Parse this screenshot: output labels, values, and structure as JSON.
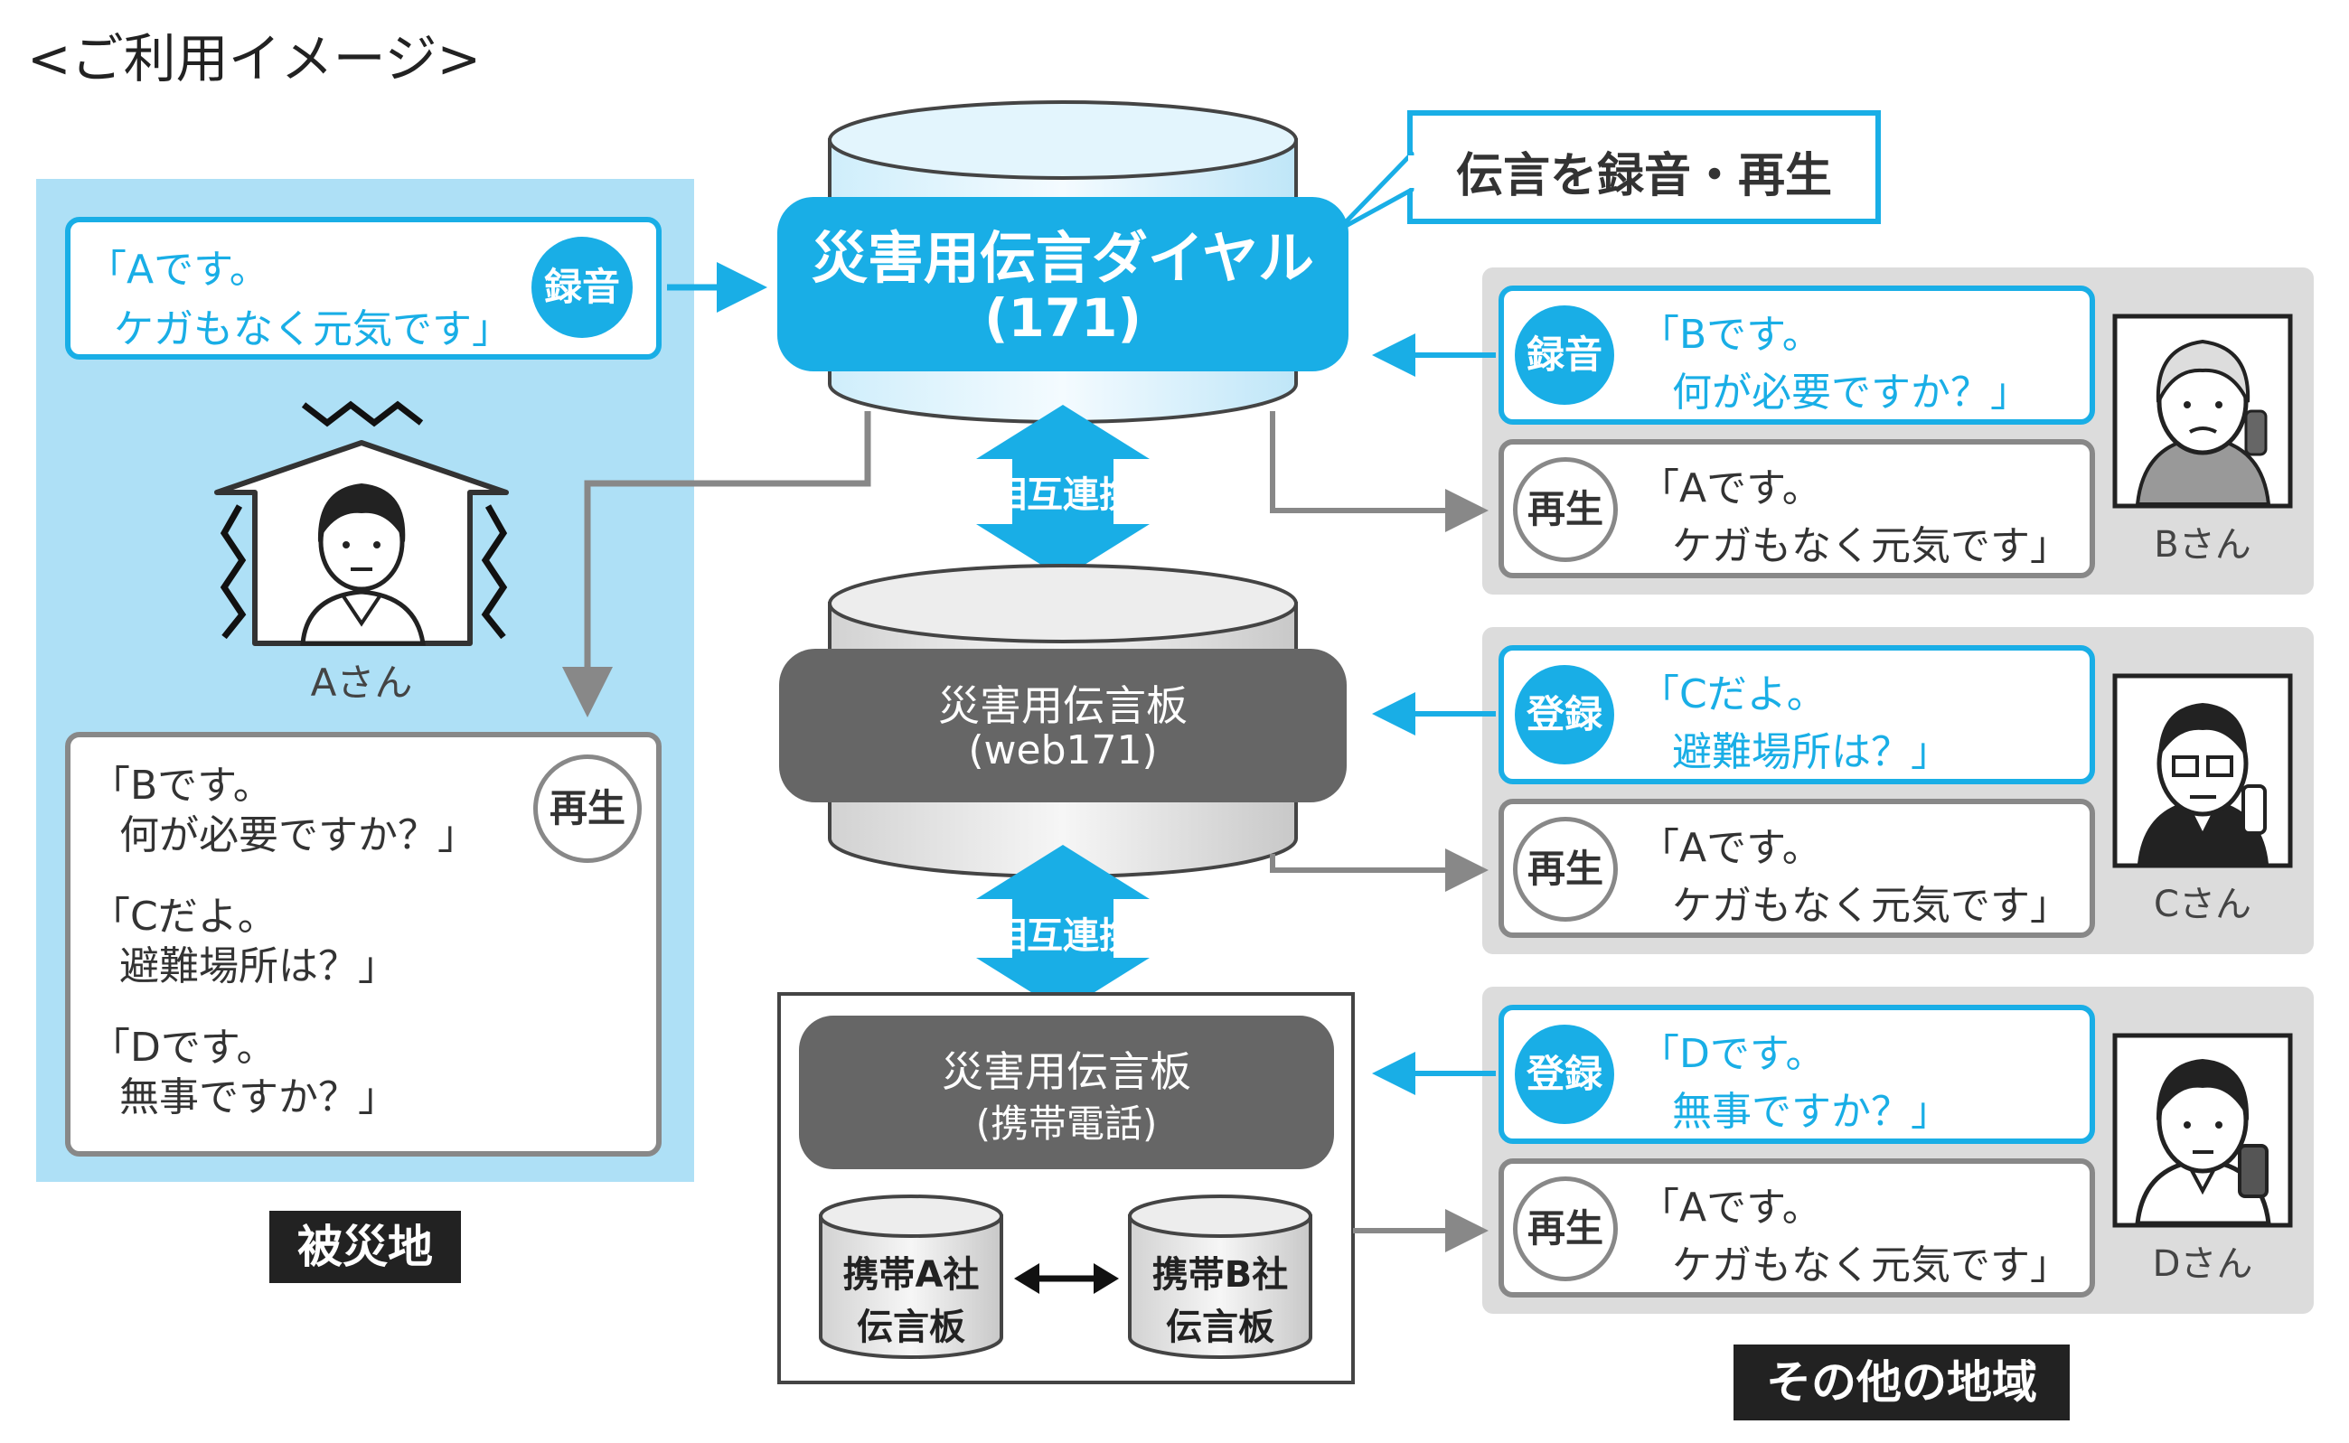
{
  "heading": "<ご利用イメージ>",
  "colors": {
    "accent": "#19aee6",
    "light_blue_panel": "#aee0f6",
    "gray_panel": "#dcdcdc",
    "dark_box": "#666666"
  },
  "center": {
    "dial": {
      "title": "災害用伝言ダイヤル",
      "number": "(171)"
    },
    "record_play_callout": "伝言を録音・再生",
    "link1": "相互連携",
    "web": {
      "title": "災害用伝言板",
      "sub": "(web171)"
    },
    "link2": "相互連携",
    "mobile": {
      "title": "災害用伝言板",
      "sub": "(携帯電話)"
    },
    "carrier_a": {
      "line1": "携帯A社",
      "line2": "伝言板"
    },
    "carrier_b": {
      "line1": "携帯B社",
      "line2": "伝言板"
    }
  },
  "disaster_area": {
    "label": "被災地",
    "record_bubble": {
      "line1": "「Aです。",
      "line2": "ケガもなく元気です」",
      "badge": "録音"
    },
    "person_a": {
      "name": "Aさん",
      "icon": "house-shaking-icon"
    },
    "playback": {
      "badge": "再生",
      "messages": [
        {
          "line1": "「Bです。",
          "line2": "何が必要ですか？」"
        },
        {
          "line1": "「Cだよ。",
          "line2": "避難場所は？」"
        },
        {
          "line1": "「Dです。",
          "line2": "無事ですか？」"
        }
      ]
    }
  },
  "other_area": {
    "label": "その他の地域",
    "rows": [
      {
        "person": "Bさん",
        "top": {
          "badge": "録音",
          "line1": "「Bです。",
          "line2": "何が必要ですか？」"
        },
        "bottom": {
          "badge": "再生",
          "line1": "「Aです。",
          "line2": "ケガもなく元気です」"
        }
      },
      {
        "person": "Cさん",
        "top": {
          "badge": "登録",
          "line1": "「Cだよ。",
          "line2": "避難場所は？」"
        },
        "bottom": {
          "badge": "再生",
          "line1": "「Aです。",
          "line2": "ケガもなく元気です」"
        }
      },
      {
        "person": "Dさん",
        "top": {
          "badge": "登録",
          "line1": "「Dです。",
          "line2": "無事ですか？」"
        },
        "bottom": {
          "badge": "再生",
          "line1": "「Aです。",
          "line2": "ケガもなく元気です」"
        }
      }
    ]
  }
}
